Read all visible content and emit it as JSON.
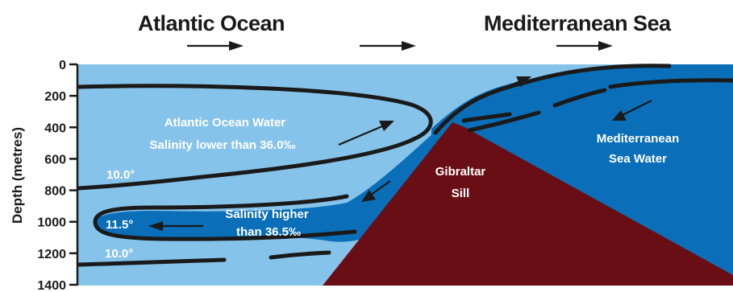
{
  "regions": {
    "left_title": "Atlantic Ocean",
    "right_title": "Mediterranean Sea"
  },
  "axis": {
    "label": "Depth (metres)",
    "ticks": [
      "0",
      "200",
      "400",
      "600",
      "800",
      "1000",
      "1200",
      "1400"
    ]
  },
  "labels": {
    "atlantic_water_line1": "Atlantic Ocean Water",
    "atlantic_water_line2": "Salinity lower than 36.0‰",
    "salinity_higher_line1": "Salinity higher",
    "salinity_higher_line2": "than 36.5‰",
    "sill_line1": "Gibraltar",
    "sill_line2": "Sill",
    "med_water_line1": "Mediterranean",
    "med_water_line2": "Sea Water",
    "temp_upper": "10.0°",
    "temp_core": "11.5°",
    "temp_lower": "10.0°"
  },
  "colors": {
    "atlantic_water": "#86c3ea",
    "mediterranean_water": "#0a6fb8",
    "sill": "#6a0e16",
    "isoline": "#1a1a1a"
  }
}
